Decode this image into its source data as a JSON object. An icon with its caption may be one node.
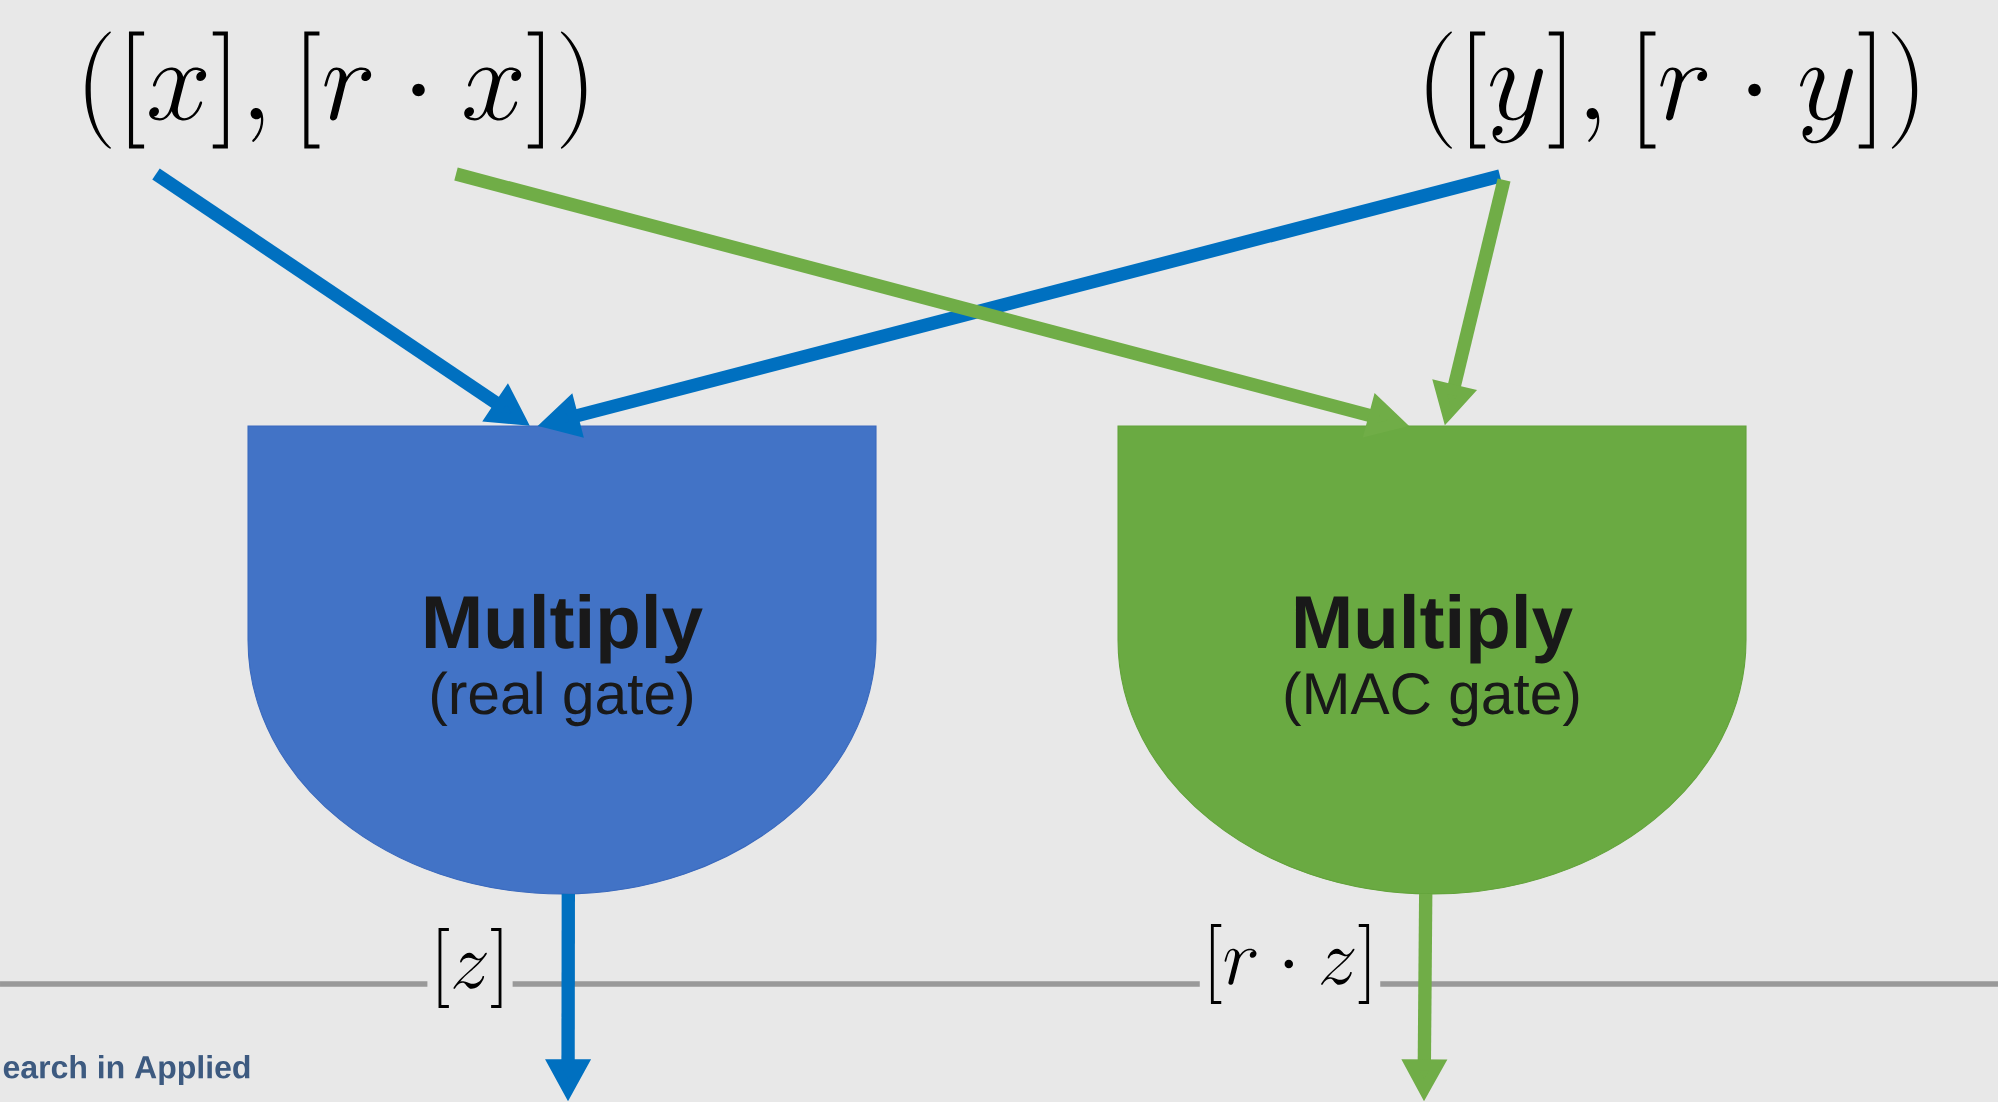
{
  "diagram": {
    "nodes": [
      {
        "text": [
          "([x],[r\\cdot x])"
        ]
      },
      {
        "text": [
          "([y],[r\\cdot y])"
        ]
      },
      {
        "text": [
          "Multiply",
          "(real gate)"
        ]
      },
      {
        "text": [
          "Multiply",
          "(MAC gate)"
        ]
      }
    ],
    "edges": [
      {
        "from": 0,
        "to": 2,
        "arrow": "to",
        "color": "#0070c0"
      },
      {
        "from": 1,
        "to": 2,
        "arrow": "to",
        "color": "#0070c0"
      },
      {
        "from": 0,
        "to": 3,
        "arrow": "to",
        "color": "#70ad47"
      },
      {
        "from": 1,
        "to": 3,
        "arrow": "to",
        "color": "#70ad47"
      },
      {
        "from": 2,
        "to": null,
        "arrow": "to",
        "color": "#0070c0",
        "label": "[z]"
      },
      {
        "from": 3,
        "to": null,
        "arrow": "to",
        "color": "#70ad47",
        "label": "[r\\cdot z]"
      }
    ],
    "labels": [
      "earch in Applied"
    ]
  }
}
